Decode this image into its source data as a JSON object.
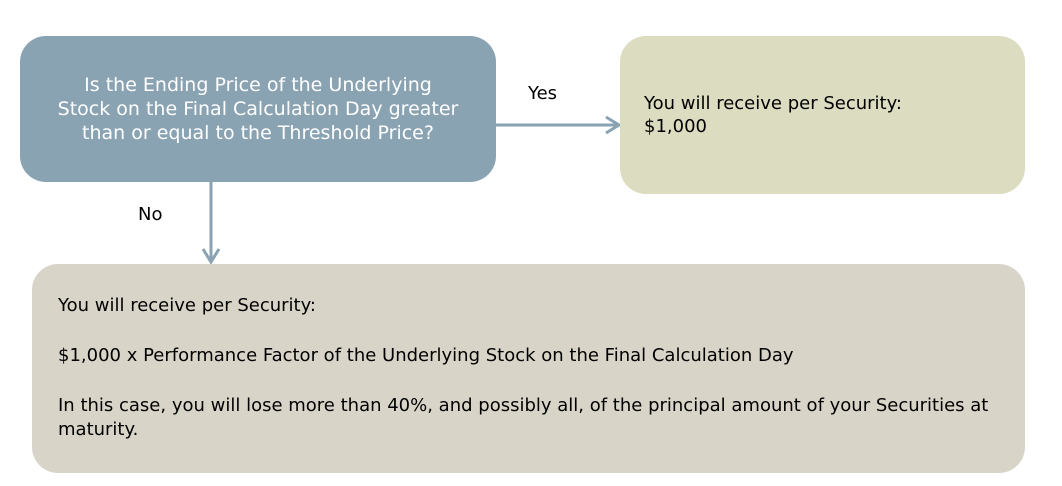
{
  "question": {
    "lines": [
      "Is the Ending Price of the Underlying",
      "Stock on the Final Calculation Day greater",
      "than or equal to the Threshold Price?"
    ]
  },
  "yes_branch": {
    "label": "Yes",
    "lines": [
      "You will receive per Security:",
      "$1,000"
    ]
  },
  "no_branch": {
    "label": "No",
    "intro": "You will receive per Security:",
    "formula": "$1,000 x Performance Factor of the Underlying Stock on the Final Calculation Day",
    "warning": "In this case, you will lose more than 40%, and possibly all, of the principal amount of your Securities at maturity."
  },
  "colors": {
    "question_fill": "#8aa3b3",
    "yes_fill": "#dcdcc0",
    "no_fill": "#d8d4c8",
    "arrow": "#8aa3b3"
  }
}
